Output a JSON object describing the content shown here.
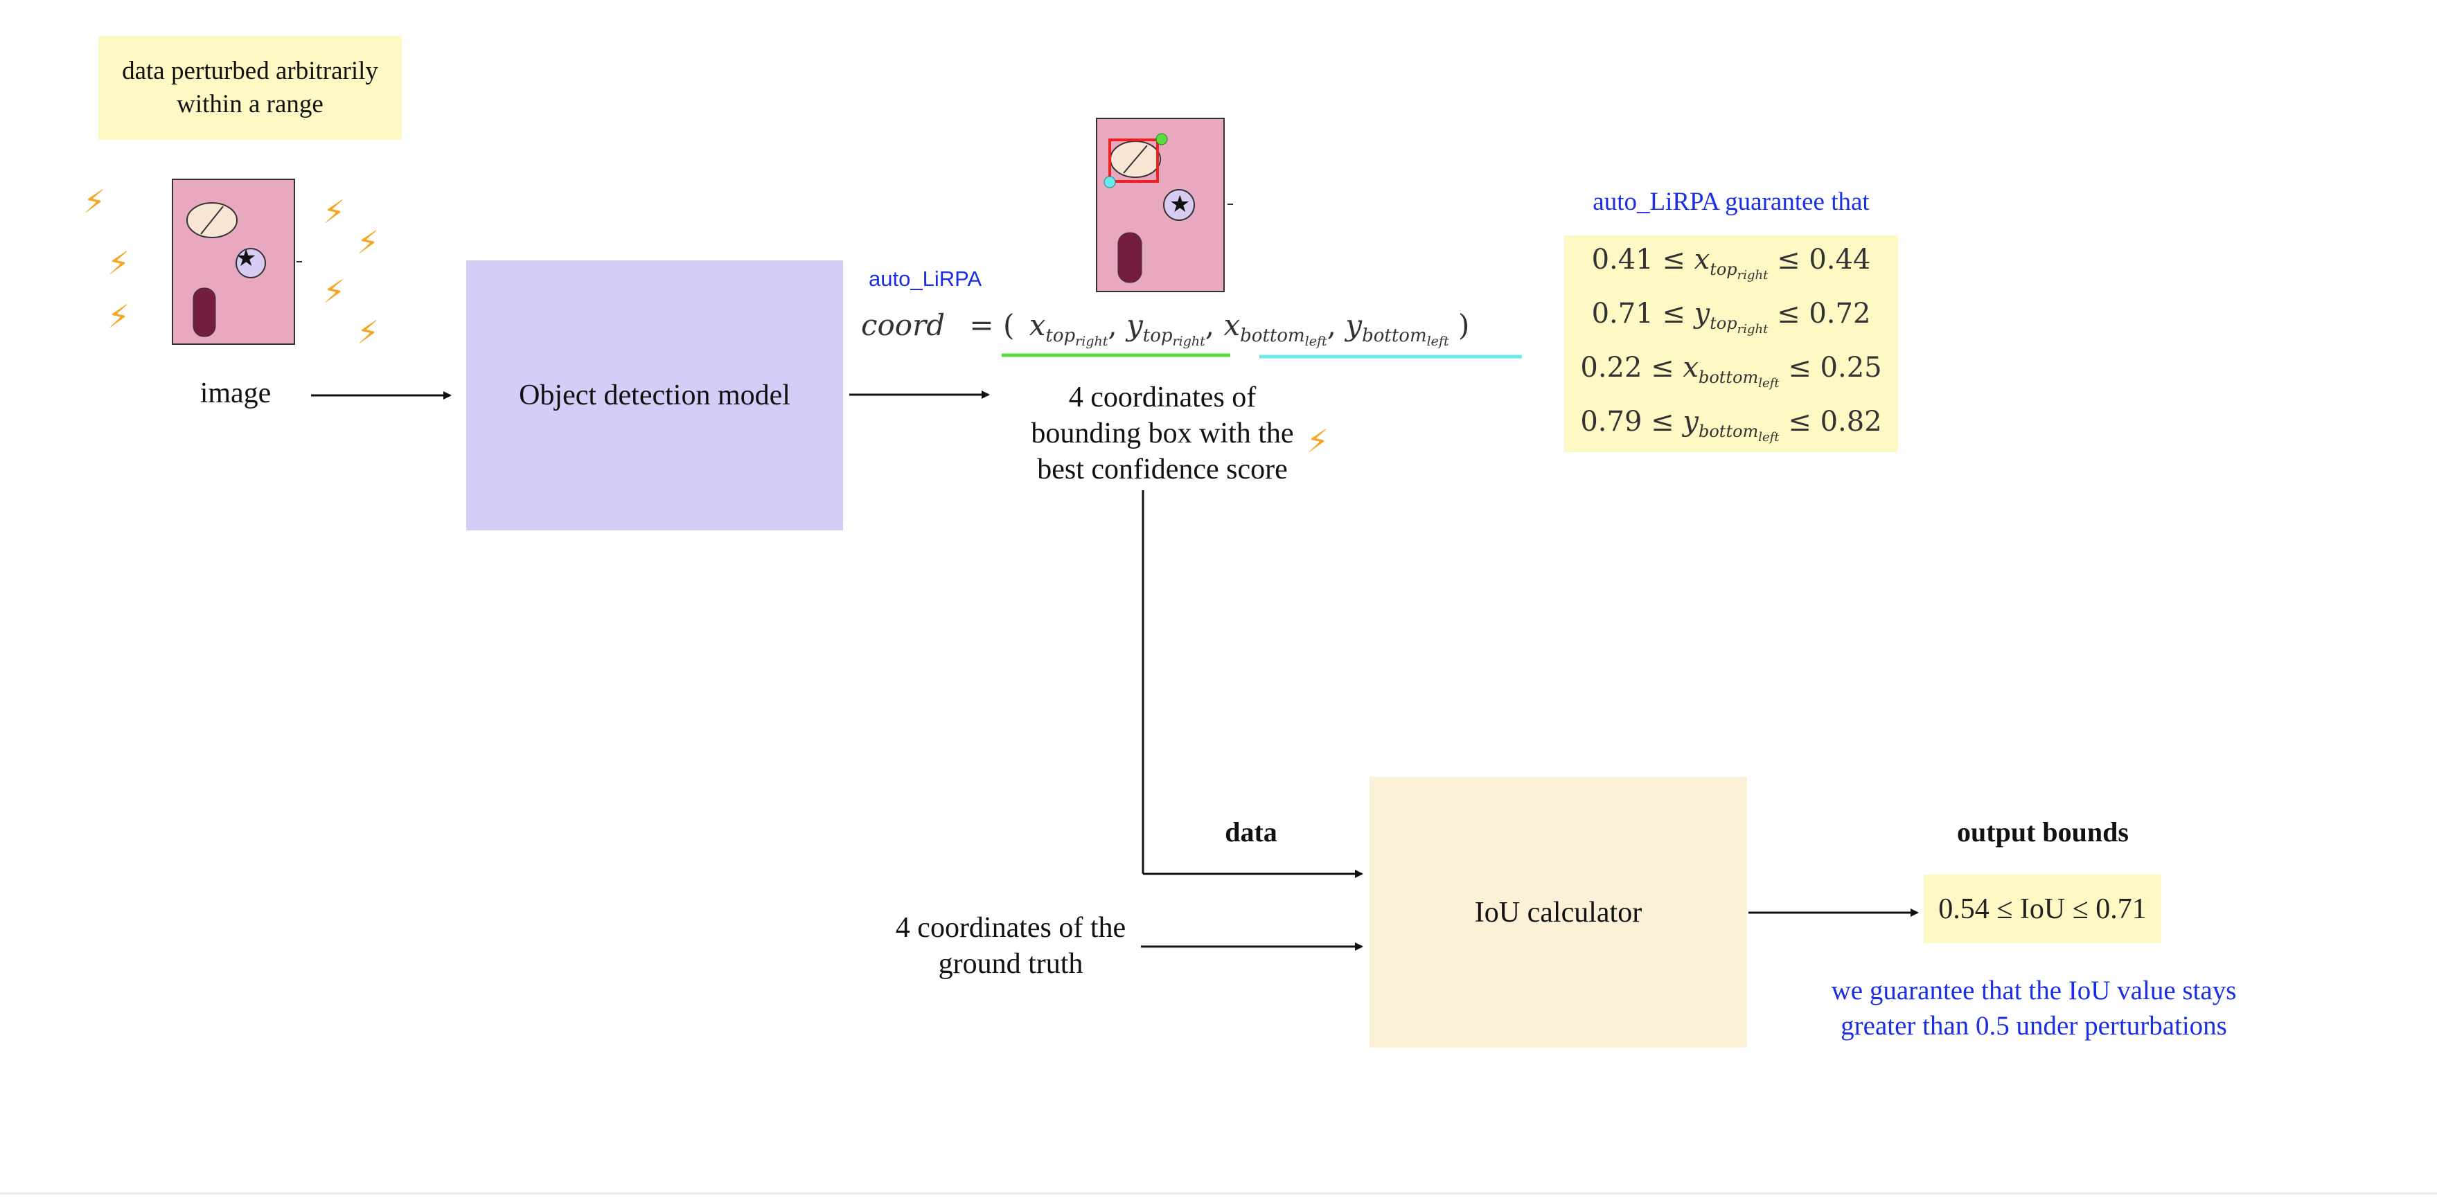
{
  "perturb_note": "data perturbed arbitrarily\nwithin a range",
  "input_label": "image",
  "model_box_label": "Object detection model",
  "lirpa_small_label": "auto_LiRPA",
  "coord_formula": {
    "name": "coord",
    "eq": "= (",
    "x_top": "x",
    "x_top_sub": "top",
    "x_top_subsub": "right",
    "y_top": "y",
    "y_top_sub": "top",
    "y_top_subsub": "right",
    "x_bottom": "x",
    "x_bottom_sub": "bottom",
    "x_bottom_subsub": "left",
    "y_bottom": "y",
    "y_bottom_sub": "bottom",
    "y_bottom_subsub": "left",
    "close": ")"
  },
  "coords_caption": "4 coordinates of\nbounding box with the\nbest confidence score",
  "guarantee_title": "auto_LiRPA guarantee that",
  "bounds": [
    {
      "low": "0.41",
      "var": "x",
      "sub": "top",
      "subsub": "right",
      "high": "0.44"
    },
    {
      "low": "0.71",
      "var": "y",
      "sub": "top",
      "subsub": "right",
      "high": "0.72"
    },
    {
      "low": "0.22",
      "var": "x",
      "sub": "bottom",
      "subsub": "left",
      "high": "0.25"
    },
    {
      "low": "0.79",
      "var": "y",
      "sub": "bottom",
      "subsub": "left",
      "high": "0.82"
    }
  ],
  "le_symbol": "≤",
  "data_label": "data",
  "ground_truth_label": "4 coordinates of the\nground truth",
  "iou_box_label": "IoU calculator",
  "output_bounds_label": "output bounds",
  "iou_result": "0.54 ≤ IoU ≤ 0.71",
  "iou_note": "we guarantee that the IoU value stays\ngreater than 0.5 under perturbations",
  "icons": {
    "perturbation": "lightning-bolt-icon",
    "star": "star-icon"
  },
  "colors": {
    "model_box": "#d5ccf8",
    "iou_box": "#fcf0d6",
    "note_yellow": "#fdf8c4",
    "image_pink": "#e8a8c0",
    "bolt": "#f5a623",
    "blue_text": "#1a2ee6",
    "green_underline": "#5cdc3c",
    "cyan_underline": "#6ae8ee",
    "bbox_red": "#ee2222"
  }
}
